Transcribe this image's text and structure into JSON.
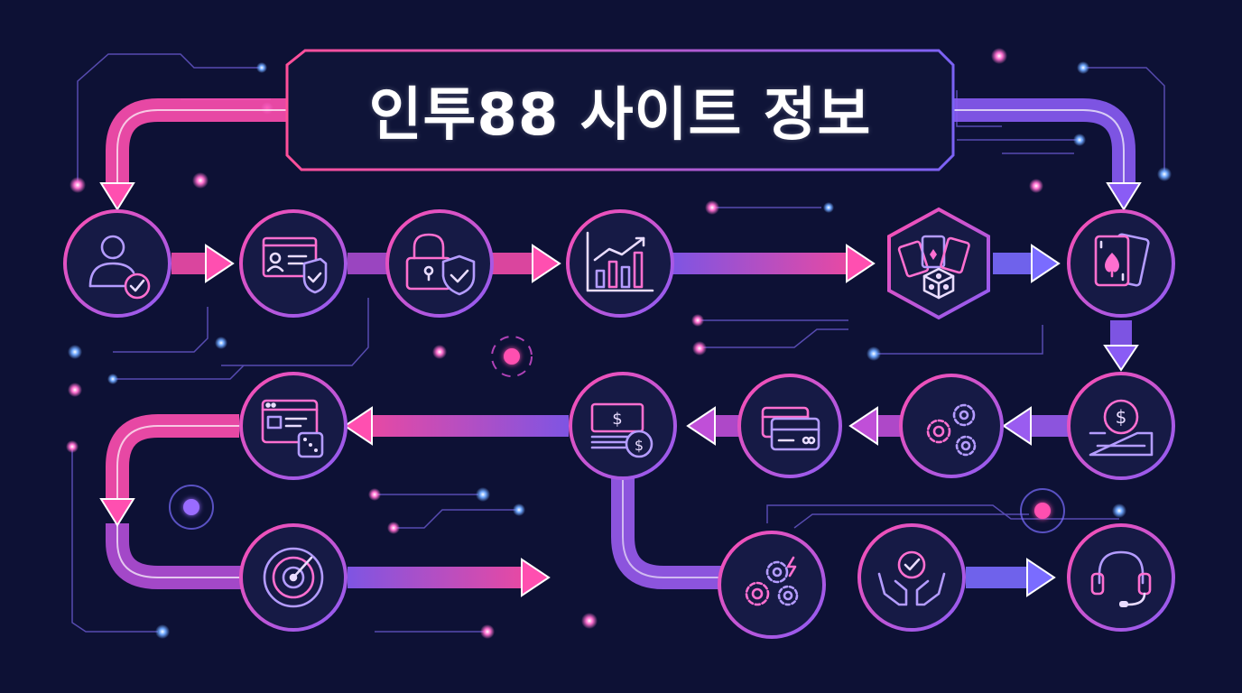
{
  "title": "인투88 사이트 정보",
  "colors": {
    "background": "#0d1135",
    "pink": "#ff4fb0",
    "magenta": "#d94fd8",
    "purple": "#9a5cf0",
    "violet": "#7a6cff",
    "node_fill": "#161a45",
    "icon_stroke": "#e9dcff",
    "title_border_start": "#ff4f9a",
    "title_border_end": "#7b62f5"
  },
  "nodes": [
    {
      "id": "user-verified",
      "icon": "user-check-icon"
    },
    {
      "id": "id-card-shield",
      "icon": "id-card-shield-icon"
    },
    {
      "id": "lock-shield",
      "icon": "lock-shield-icon"
    },
    {
      "id": "growth-chart",
      "icon": "growth-chart-icon"
    },
    {
      "id": "cards-dice",
      "icon": "cards-dice-icon"
    },
    {
      "id": "playing-cards",
      "icon": "playing-cards-icon"
    },
    {
      "id": "dollar-coin-tray",
      "icon": "dollar-coin-tray-icon"
    },
    {
      "id": "gears",
      "icon": "gears-icon"
    },
    {
      "id": "credit-cards",
      "icon": "credit-cards-icon"
    },
    {
      "id": "cash-coin",
      "icon": "cash-coin-icon"
    },
    {
      "id": "web-dice",
      "icon": "web-dice-icon"
    },
    {
      "id": "radar",
      "icon": "radar-icon"
    },
    {
      "id": "gears-lightning",
      "icon": "gears-lightning-icon"
    },
    {
      "id": "hands-check",
      "icon": "hands-check-icon"
    },
    {
      "id": "headset-support",
      "icon": "headset-support-icon"
    }
  ]
}
